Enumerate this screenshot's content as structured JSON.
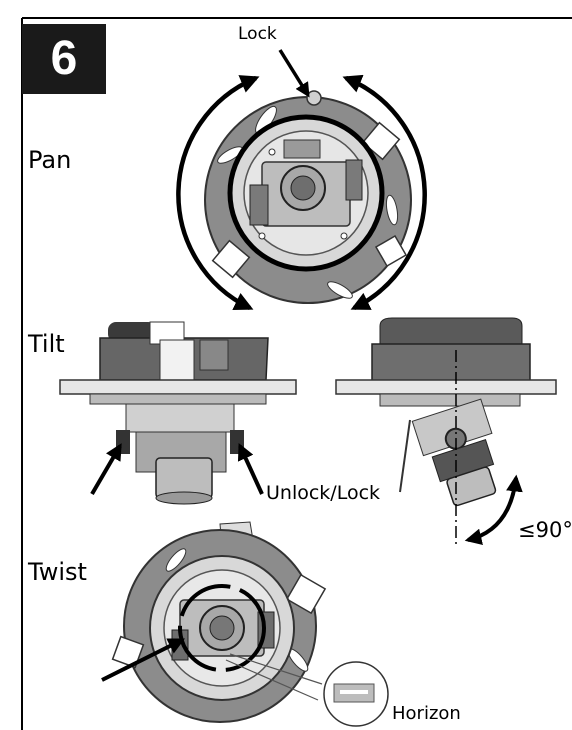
{
  "step": {
    "number": "6"
  },
  "sections": {
    "pan": {
      "heading": "Pan",
      "lock_label": "Lock"
    },
    "tilt": {
      "heading": "Tilt",
      "unlock_lock_label": "Unlock/Lock",
      "angle_label": "≤90°"
    },
    "twist": {
      "heading": "Twist",
      "horizon_label": "Horizon"
    }
  },
  "colors": {
    "ink": "#000000",
    "dark_gray": "#5a5a5a",
    "mid_gray": "#8c8c8c",
    "light_gray": "#c8c8c8",
    "pale_gray": "#e6e6e6",
    "step_box": "#1a1a1a"
  },
  "icons": [
    "rotate-arrow-icon",
    "pointer-arrow-icon",
    "curved-arrow-icon"
  ]
}
